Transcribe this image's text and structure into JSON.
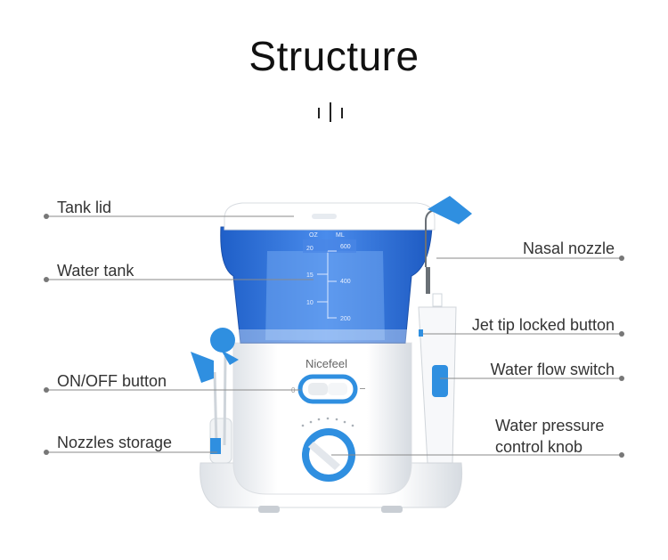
{
  "title": "Structure",
  "brand": "Nicefeel",
  "tank_scale": {
    "oz_header": "OZ",
    "ml_header": "ML",
    "oz_marks": [
      "20",
      "15",
      "10"
    ],
    "ml_marks": [
      "600",
      "400",
      "200"
    ]
  },
  "labels": {
    "tank_lid": "Tank lid",
    "water_tank": "Water tank",
    "on_off_button": "ON/OFF button",
    "nozzles_storage": "Nozzles storage",
    "nasal_nozzle": "Nasal nozzle",
    "jet_tip_locked_button": "Jet tip locked button",
    "water_flow_switch": "Water flow switch",
    "water_pressure_line1": "Water pressure",
    "water_pressure_line2": "control knob"
  },
  "colors": {
    "accent_blue": "#2f8fe0",
    "tank_blue": "#2a6fd6",
    "leader_line": "#8a8a8a",
    "dot": "#777777"
  }
}
